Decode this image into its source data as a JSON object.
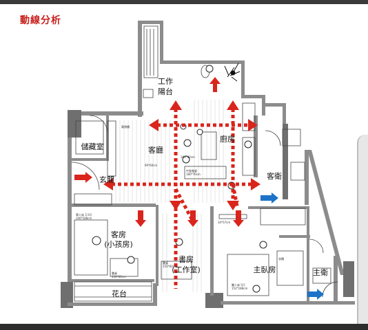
{
  "page": {
    "title": "動線分析"
  },
  "rooms": {
    "work_balcony_1": "工作",
    "work_balcony_2": "陽台",
    "storage": "儲藏室",
    "living": "客廳",
    "kitchen": "廚房",
    "entrance": "玄關",
    "guest_bath": "客衛",
    "guest_room_1": "客房",
    "guest_room_2": "(小孩房)",
    "study_1": "書房",
    "study_2": "(工作室)",
    "master_bedroom": "主臥房",
    "master_bath": "主衛",
    "garden_balcony": "花台"
  },
  "notes": {
    "bed_single": "單人床 3.5尺",
    "bed_single_size": "106*188cm",
    "bed_double": "雙人床 5尺",
    "bed_double_size": "152*188cm",
    "desk_guest": "書桌",
    "desk_guest_size": "150*60cm",
    "desk_study": "書桌",
    "desk_study_size": "150*60cm",
    "dining_table": "中島餐桌",
    "dining_table_size": "180*76cm",
    "tv_cabinet": "電視櫃",
    "wardrobe": "衣櫃",
    "sofa_size": "90*60cm",
    "table_size": "34*57cm",
    "island_size": "180*40cm"
  },
  "colors": {
    "arrow_red": "#d9251c",
    "dotted_path": "#d9251c",
    "arrow_blue": "#1c73c7",
    "wall": "#8c8c8c",
    "wall_dark": "#6f6f6f",
    "title": "#c8201c"
  }
}
